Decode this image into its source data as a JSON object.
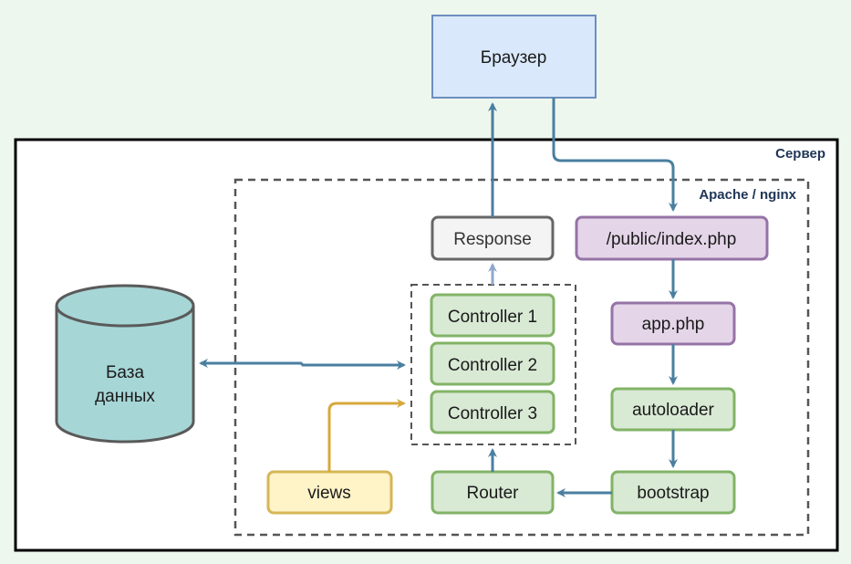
{
  "browser": {
    "label": "Браузер"
  },
  "server": {
    "label": "Сервер"
  },
  "webserver": {
    "label": "Apache / nginx"
  },
  "database": {
    "line1": "База",
    "line2": "данных"
  },
  "response": {
    "label": "Response"
  },
  "index_php": {
    "label": "/public/index.php"
  },
  "app_php": {
    "label": "app.php"
  },
  "autoloader": {
    "label": "autoloader"
  },
  "bootstrap": {
    "label": "bootstrap"
  },
  "router": {
    "label": "Router"
  },
  "views": {
    "label": "views"
  },
  "controllers": [
    "Controller 1",
    "Controller 2",
    "Controller 3"
  ],
  "colors": {
    "arrow": "#4a7fa0",
    "arrow_light": "#8fa8cc",
    "arrow_views": "#d7a93c",
    "browser_fill": "#d9e8fb",
    "browser_stroke": "#6c8ebf",
    "php_fill": "#e4d5e8",
    "php_stroke": "#9673a6",
    "green_fill": "#d8e9d4",
    "green_stroke": "#82b366",
    "views_fill": "#fff3c8",
    "views_stroke": "#d6b656",
    "db_fill": "#a7d6d7",
    "db_stroke": "#5a5a5a",
    "response_fill": "#f4f4f4",
    "response_stroke": "#666666"
  }
}
